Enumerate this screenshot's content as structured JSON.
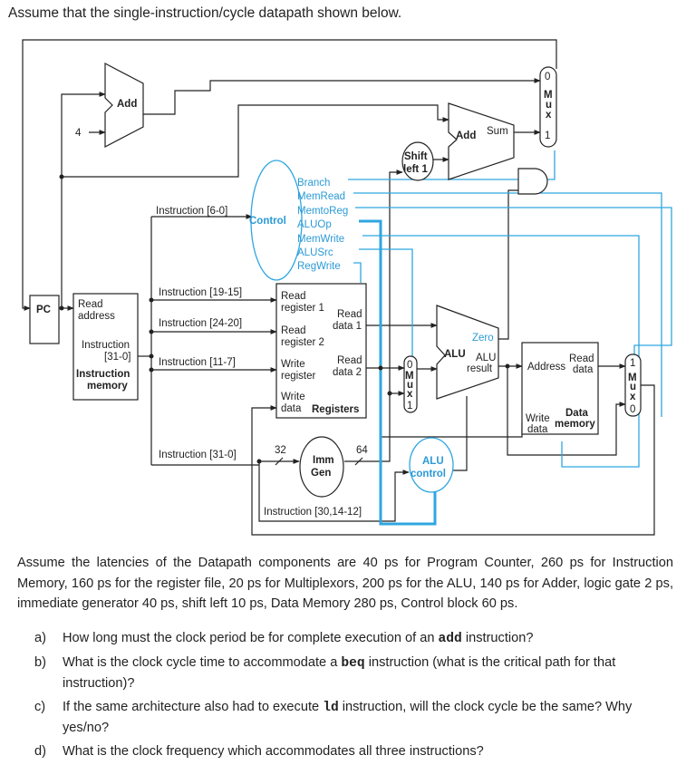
{
  "intro": "Assume that the single-instruction/cycle datapath shown below.",
  "diagram": {
    "pc": "PC",
    "add_top": "Add",
    "four": "4",
    "add_branch": "Add",
    "sum": "Sum",
    "shift": [
      "Shift",
      "left 1"
    ],
    "control": "Control",
    "control_signals": [
      "Branch",
      "MemRead",
      "MemtoReg",
      "ALUOp",
      "MemWrite",
      "ALUSrc",
      "RegWrite"
    ],
    "instr_fields": {
      "f6_0": "Instruction [6-0]",
      "f19_15": "Instruction [19-15]",
      "f24_20": "Instruction [24-20]",
      "f11_7": "Instruction [11-7]",
      "f31_0": "Instruction [31-0]",
      "f30_14_12": "Instruction [30,14-12]"
    },
    "imem": {
      "read_address": [
        "Read",
        "address"
      ],
      "instruction": [
        "Instruction",
        "[31-0]"
      ],
      "name": [
        "Instruction",
        "memory"
      ]
    },
    "regs": {
      "read_reg1": [
        "Read",
        "register 1"
      ],
      "read_reg2": [
        "Read",
        "register 2"
      ],
      "write_reg": [
        "Write",
        "register"
      ],
      "write_data": [
        "Write",
        "data"
      ],
      "read_data1": [
        "Read",
        "data 1"
      ],
      "read_data2": [
        "Read",
        "data 2"
      ],
      "name": "Registers"
    },
    "imm": {
      "name": [
        "Imm",
        "Gen"
      ],
      "in_width": "32",
      "out_width": "64"
    },
    "alu": {
      "zero": "Zero",
      "alu": "ALU",
      "result": [
        "ALU",
        "result"
      ]
    },
    "alu_control": [
      "ALU",
      "control"
    ],
    "dmem": {
      "address": "Address",
      "read_data": [
        "Read",
        "data"
      ],
      "write_data": [
        "Write",
        "data"
      ],
      "name": [
        "Data",
        "memory"
      ]
    },
    "mux_letters": [
      "M",
      "u",
      "x"
    ],
    "mux_inputs": {
      "top": [
        "0",
        "1"
      ],
      "alusrc": [
        "0",
        "1"
      ],
      "wb": [
        "1",
        "0"
      ]
    }
  },
  "description": "Assume the latencies of the Datapath components are 40 ps for Program Counter, 260 ps for Instruction Memory, 160 ps for the register file, 20 ps for Multiplexors, 200 ps for the ALU, 140 ps for Adder, logic gate 2 ps, immediate generator 40 ps, shift left 10 ps, Data Memory 280 ps, Control block 60 ps.",
  "questions": [
    {
      "label": "a)",
      "pre": "How long must the clock period be for complete execution of an ",
      "code": "add",
      "post": " instruction?"
    },
    {
      "label": "b)",
      "pre": "What is the clock cycle time to accommodate a ",
      "code": "beq",
      "post": " instruction (what is the critical path for that instruction)?"
    },
    {
      "label": "c)",
      "pre": "If the same architecture also had to execute ",
      "code": "ld",
      "post": " instruction, will the clock cycle be the same? Why yes/no?"
    },
    {
      "label": "d)",
      "pre": "What is the clock frequency which accommodates all three instructions?",
      "code": "",
      "post": ""
    }
  ]
}
